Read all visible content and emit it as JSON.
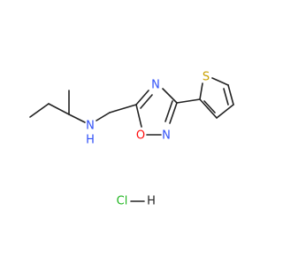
{
  "molecule": {
    "atoms": {
      "nitrogen_amine": "N",
      "hydrogen_amine": "H",
      "nitrogen_ring_top": "N",
      "oxygen_ring": "O",
      "nitrogen_ring_bottom": "N",
      "sulfur": "S",
      "chlorine_salt": "Cl",
      "hydrogen_salt": "H"
    },
    "colors": {
      "bond": "#222222",
      "nitrogen": "#3050F8",
      "oxygen": "#FF0D0D",
      "sulfur": "#C8A000",
      "chlorine": "#1FB51F",
      "hydrogen": "#222222"
    }
  }
}
